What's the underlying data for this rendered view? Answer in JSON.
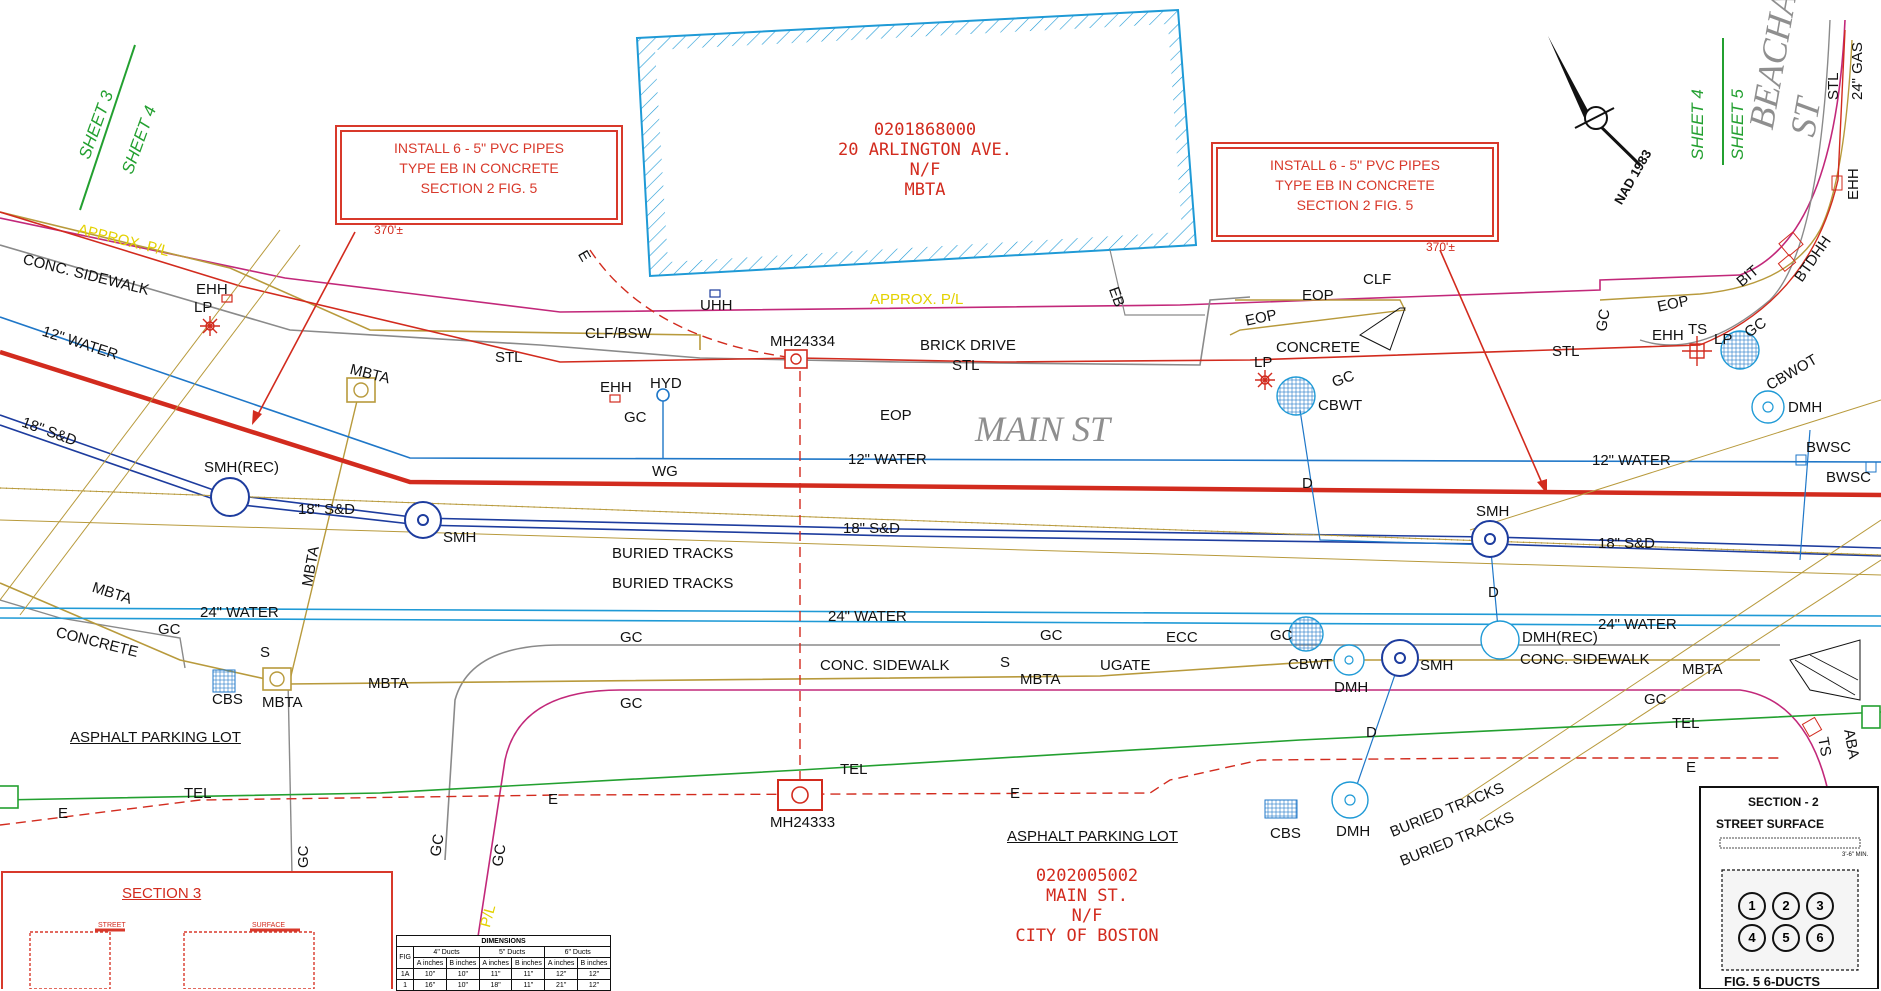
{
  "callouts": {
    "left": {
      "line1": "INSTALL 6 - 5\" PVC PIPES",
      "line2": "TYPE EB IN CONCRETE",
      "line3": "SECTION 2 FIG. 5",
      "distance": "370'±"
    },
    "right": {
      "line1": "INSTALL 6 - 5\" PVC PIPES",
      "line2": "TYPE EB IN CONCRETE",
      "line3": "SECTION 2 FIG. 5",
      "distance": "370'±"
    }
  },
  "parcels": {
    "north": {
      "id": "0201868000",
      "address": "20 ARLINGTON AVE.",
      "nf": "N/F",
      "owner": "MBTA"
    },
    "south": {
      "id": "0202005002",
      "address": "MAIN ST.",
      "nf": "N/F",
      "owner": "CITY OF BOSTON"
    }
  },
  "streets": {
    "main": "MAIN ST",
    "beacham": "BEACHAM ST"
  },
  "sheets": {
    "left_a": "SHEET 3",
    "left_b": "SHEET 4",
    "right_a": "SHEET 4",
    "right_b": "SHEET 5"
  },
  "north_arrow": {
    "datum": "NAD 1983"
  },
  "labels": {
    "approx_pl_left": "APPROX. P/L",
    "approx_pl_center": "APPROX. P/L",
    "conc_sidewalk_nw": "CONC. SIDEWALK",
    "water12_left": "12\" WATER",
    "sd18_left": "18\" S&D",
    "ehh_left": "EHH",
    "lp_left": "LP",
    "mbta_box": "MBTA",
    "mbta_vertical": "MBTA",
    "smh_rec": "SMH(REC)",
    "sd18_mid_left": "18\" S&D",
    "smh_left": "SMH",
    "mbta_left": "MBTA",
    "gc_left": "GC",
    "concrete_left": "CONCRETE",
    "water24_left": "24\" WATER",
    "sp": "S",
    "cbs_left": "CBS",
    "mbta_sp": "MBTA",
    "mbta_line_mid": "MBTA",
    "asphalt_lot_left": "ASPHALT PARKING LOT",
    "tel_left": "TEL",
    "e_left": "E",
    "gc_vertical_left": "GC",
    "clf_bsw": "CLF/BSW",
    "stl_left": "STL",
    "ehh_mid": "EHH",
    "hyd": "HYD",
    "gc_hyd": "GC",
    "wg": "WG",
    "uhh": "UHH",
    "mh24334": "MH24334",
    "brick_drive": "BRICK DRIVE",
    "stl_mid": "STL",
    "eop_mid": "EOP",
    "water12_mid": "12\" WATER",
    "sd18_mid": "18\" S&D",
    "buried_tracks_1": "BURIED TRACKS",
    "buried_tracks_2": "BURIED TRACKS",
    "water24_mid": "24\" WATER",
    "gc_mid1": "GC",
    "gc_mid2": "GC",
    "gc_mid3": "GC",
    "conc_sidewalk_mid": "CONC. SIDEWALK",
    "ps": "S",
    "ugate": "UGATE",
    "ecc": "ECC",
    "mbta_mid": "MBTA",
    "tel_mid": "TEL",
    "e_mid1": "E",
    "e_mid2": "E",
    "mh24333": "MH24333",
    "asphalt_lot_mid": "ASPHALT PARKING LOT",
    "gc_curve1": "GC",
    "gc_curve2": "GC",
    "pl_curve": "P/L",
    "eb": "EB",
    "e_dash": "E",
    "eop_right": "EOP",
    "clf": "CLF",
    "eop_right2": "EOP",
    "concrete_right": "CONCRETE",
    "lp_right": "LP",
    "gc_cbwt": "GC",
    "cbwt_upper": "CBWT",
    "d_upper": "D",
    "stl_right": "STL",
    "water12_right": "12\" WATER",
    "smh_right": "SMH",
    "sd18_right": "18\" S&D",
    "d_right": "D",
    "water24_right": "24\" WATER",
    "gc_right1": "GC",
    "cbwt_lower": "CBWT",
    "dmh_lower": "DMH",
    "smh_lower": "SMH",
    "dmh_rec": "DMH(REC)",
    "conc_sidewalk_right": "CONC. SIDEWALK",
    "mbta_right": "MBTA",
    "gc_right2": "GC",
    "tel_right": "TEL",
    "e_right": "E",
    "d_lower": "D",
    "cbs_right": "CBS",
    "dmh_right": "DMH",
    "buried_tracks_3": "BURIED TRACKS",
    "buried_tracks_4": "BURIED TRACKS",
    "eop_ne": "EOP",
    "ehh_ne": "EHH",
    "ts_ne": "TS",
    "lp_ne": "LP",
    "bit": "BIT",
    "btdhh": "BTDHH",
    "gc_ne": "GC",
    "cbwot": "CBWOT",
    "dmh_ne": "DMH",
    "bwsc_1": "BWSC",
    "bwsc_2": "BWSC",
    "stl_ne": "STL",
    "gas24": "24\" GAS",
    "ehh_far": "EHH",
    "gc_ne2": "GC",
    "ts_se": "TS",
    "aba": "ABA"
  },
  "section2": {
    "title": "SECTION - 2",
    "surface": "STREET  SURFACE",
    "ducts": [
      "1",
      "2",
      "3",
      "4",
      "5",
      "6"
    ],
    "fig": "FIG. 5  6-DUCTS",
    "min": "3'-6\" MIN."
  },
  "section3": {
    "title": "SECTION 3",
    "street": "STREET",
    "surface": "SURFACE"
  },
  "dimensions_table": {
    "title": "DIMENSIONS",
    "groups": [
      "4\" Ducts",
      "5\" Ducts",
      "6\" Ducts"
    ],
    "col_fig": "FIG",
    "sub_a": "A",
    "sub_b": "B",
    "units": "inches",
    "rows": [
      {
        "fig": "1A",
        "vals": [
          "10\"",
          "10\"",
          "11\"",
          "11\"",
          "12\"",
          "12\""
        ]
      },
      {
        "fig": "1",
        "vals": [
          "16\"",
          "10\"",
          "18\"",
          "11\"",
          "21\"",
          "12\""
        ]
      }
    ]
  },
  "colors": {
    "red": "#d22b1e",
    "blue": "#1f77c8",
    "darkblue": "#1d3c9e",
    "gold": "#b89a3c",
    "magenta": "#c2287a",
    "green": "#23a030",
    "grey": "#8a8a8a",
    "yellow": "#e3d100"
  }
}
